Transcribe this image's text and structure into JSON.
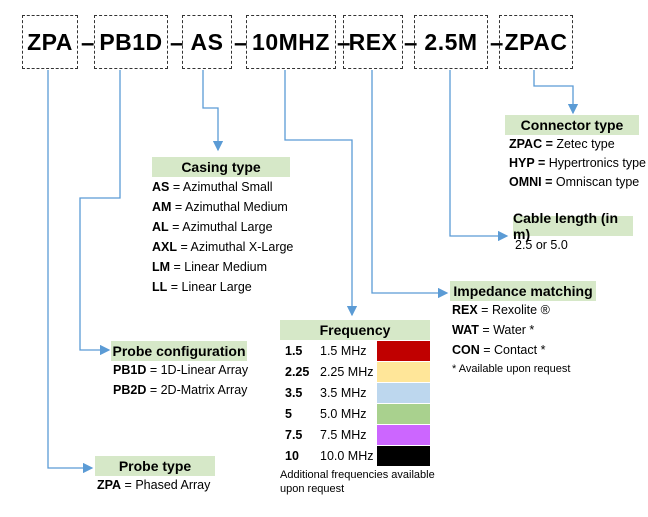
{
  "codes": [
    "ZPA",
    "PB1D",
    "AS",
    "10MHZ",
    "REX",
    "2.5M",
    "ZPAC"
  ],
  "separator": "–",
  "casing": {
    "title": "Casing type",
    "items": [
      {
        "code": "AS",
        "desc": " = Azimuthal Small"
      },
      {
        "code": "AM",
        "desc": " = Azimuthal Medium"
      },
      {
        "code": "AL",
        "desc": " = Azimuthal Large"
      },
      {
        "code": "AXL",
        "desc": " = Azimuthal X-Large"
      },
      {
        "code": "LM",
        "desc": " = Linear Medium"
      },
      {
        "code": "LL",
        "desc": " = Linear Large"
      }
    ]
  },
  "connector": {
    "title": "Connector type",
    "items": [
      {
        "code": "ZPAC =",
        "desc": " Zetec type"
      },
      {
        "code": "HYP =",
        "desc": " Hypertronics type"
      },
      {
        "code": "OMNI =",
        "desc": " Omniscan type"
      }
    ]
  },
  "cable": {
    "title": "Cable length (in m)",
    "value": "2.5 or 5.0"
  },
  "impedance": {
    "title": "Impedance matching",
    "items": [
      {
        "code": "REX",
        "desc": " = Rexolite ®"
      },
      {
        "code": "WAT",
        "desc": " = Water *"
      },
      {
        "code": "CON",
        "desc": " = Contact *"
      }
    ],
    "note": "* Available upon request"
  },
  "frequency": {
    "title": "Frequency",
    "rows": [
      {
        "code": "1.5",
        "value": "1.5 MHz",
        "color": "#c00000"
      },
      {
        "code": "2.25",
        "value": "2.25 MHz",
        "color": "#ffe699"
      },
      {
        "code": "3.5",
        "value": "3.5 MHz",
        "color": "#bdd7ee"
      },
      {
        "code": "5",
        "value": "5.0 MHz",
        "color": "#a9d18e"
      },
      {
        "code": "7.5",
        "value": "7.5 MHz",
        "color": "#cc66ff"
      },
      {
        "code": "10",
        "value": "10.0 MHz",
        "color": "#000000"
      }
    ],
    "note_line1": "Additional frequencies available",
    "note_line2": "upon request"
  },
  "probe_config": {
    "title": "Probe configuration",
    "items": [
      {
        "code": "PB1D",
        "desc": " = 1D-Linear Array"
      },
      {
        "code": "PB2D",
        "desc": " = 2D-Matrix Array"
      }
    ]
  },
  "probe_type": {
    "title": "Probe type",
    "items": [
      {
        "code": "ZPA",
        "desc": " = Phased Array"
      }
    ]
  },
  "colors": {
    "header_bg": "#d6e8c8",
    "connector_line": "#5b9bd5"
  }
}
